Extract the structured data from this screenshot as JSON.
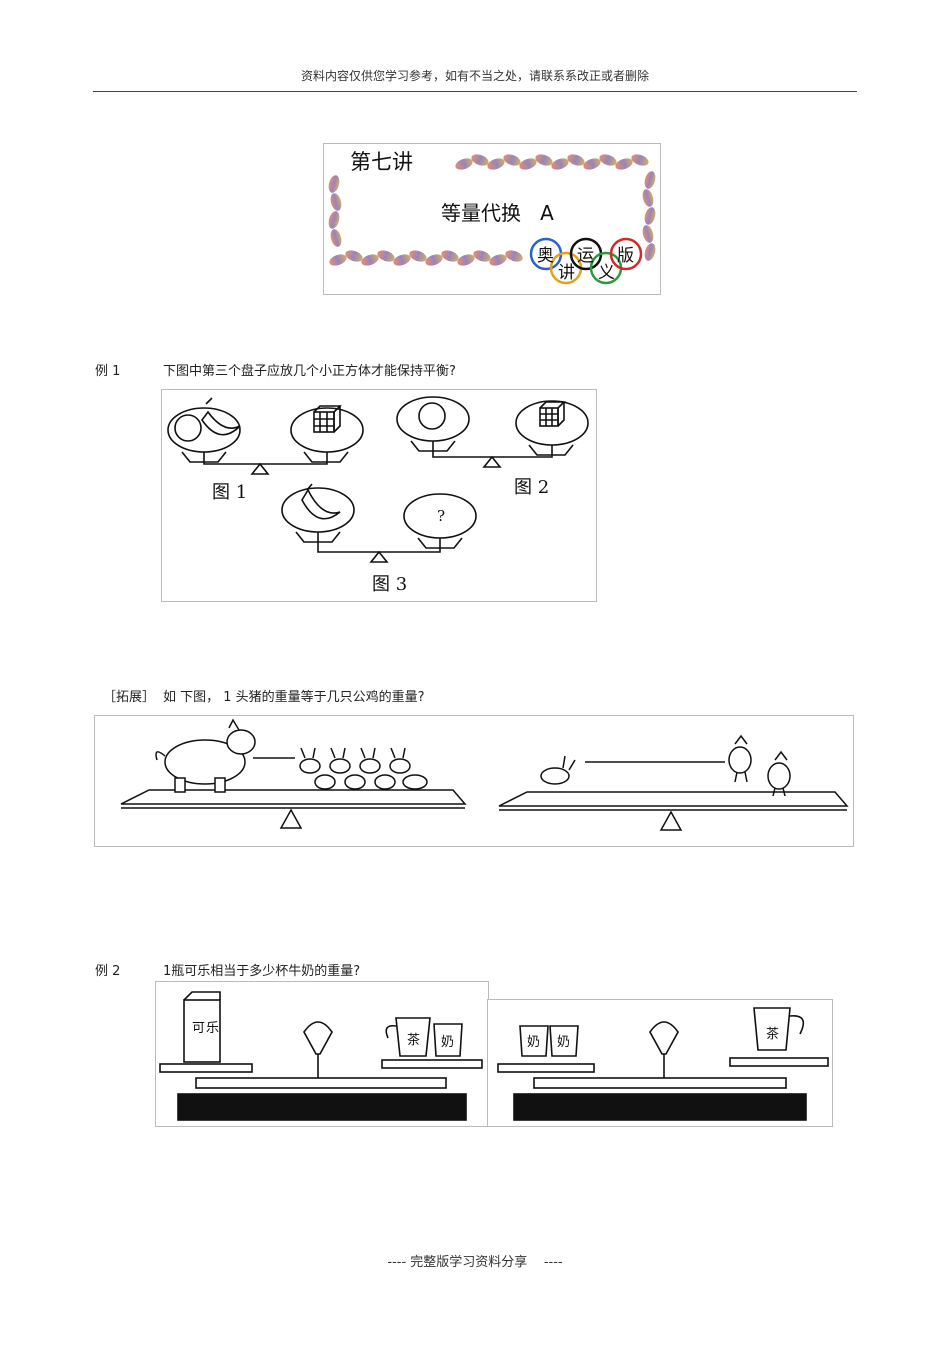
{
  "header": {
    "text": "资料内容仅供您学习参考，如有不当之处，请联系系改正或者删除"
  },
  "title_card": {
    "lecture": "第七讲",
    "topic": "等量代换   A",
    "badge_chars": [
      "奥",
      "讲",
      "运",
      "义",
      "版"
    ]
  },
  "example1": {
    "label": "例 1",
    "question": "下图中第三个盘子应放几个小正方体才能保持平衡?",
    "figure_labels": [
      "图 1",
      "图 2",
      "图 3"
    ],
    "unknown_mark": "?"
  },
  "extension": {
    "label": "［拓展］",
    "question": "如 下图，  1 头猪的重量等于几只公鸡的重量?"
  },
  "example2": {
    "label": "例 2",
    "question": "1瓶可乐相当于多少杯牛奶的重量?",
    "item_labels": {
      "cola_1": "可",
      "cola_2": "乐",
      "tea": "茶",
      "milk": "奶"
    }
  },
  "footer": {
    "text": "---- 完整版学习资料分享    ----"
  }
}
